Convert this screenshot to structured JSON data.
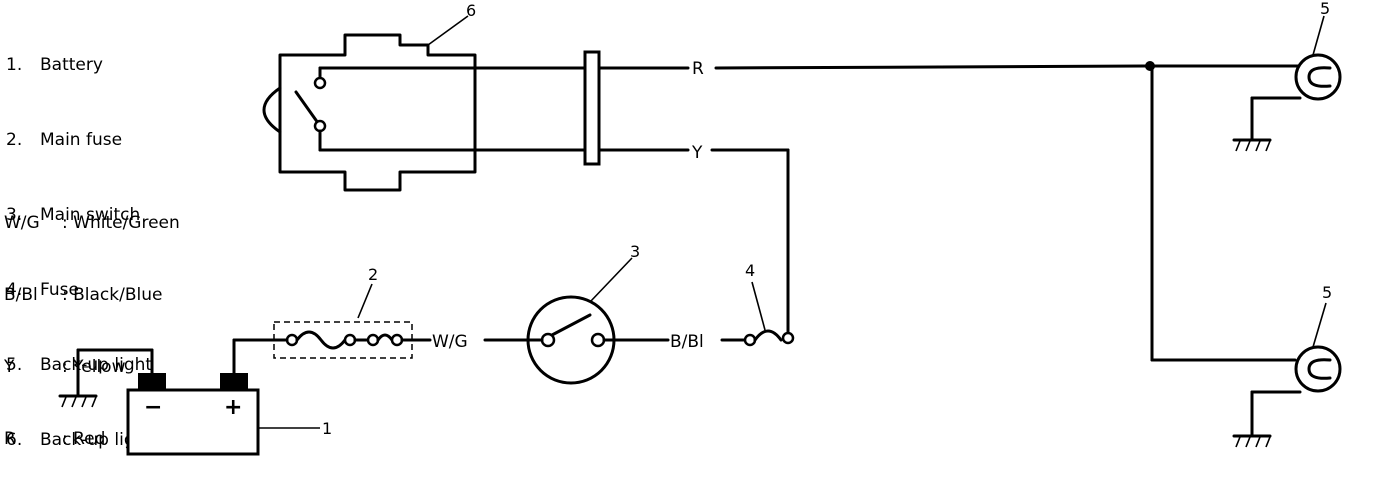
{
  "legend": [
    {
      "num": "1.",
      "text": "Battery"
    },
    {
      "num": "2.",
      "text": "Main fuse"
    },
    {
      "num": "3.",
      "text": "Main switch"
    },
    {
      "num": "4.",
      "text": "Fuse"
    },
    {
      "num": "5.",
      "text": "Back-up light"
    },
    {
      "num": "6.",
      "text": "Back-up light switch"
    }
  ],
  "color_codes": [
    {
      "code": "W/G",
      "name": ": White/Green"
    },
    {
      "code": "B/Bl",
      "name": ": Black/Blue"
    },
    {
      "code": "Y",
      "name": ": Yellow"
    },
    {
      "code": "R",
      "name": ": Red"
    }
  ],
  "wire_labels": {
    "r": "R",
    "y": "Y",
    "wg": "W/G",
    "bbl": "B/Bl"
  },
  "callouts": {
    "battery": "1",
    "main_fuse": "2",
    "main_switch": "3",
    "fuse": "4",
    "light_top": "5",
    "light_bottom": "5",
    "switch6": "6"
  },
  "battery_terminals": {
    "negative": "−",
    "positive": "+"
  },
  "colors": {
    "ink": "#000000",
    "background": "#ffffff"
  }
}
